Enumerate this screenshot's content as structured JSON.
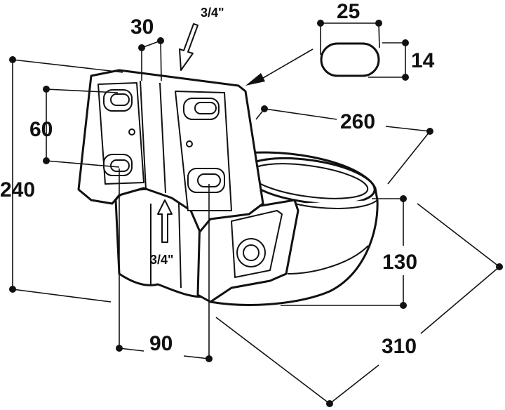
{
  "dimensions": {
    "width_top": "25",
    "height_slot": "14",
    "depth_30": "30",
    "thread_top": "3/4\"",
    "bolt_spacing": "60",
    "height_total": "240",
    "diameter_260": "260",
    "height_bowl": "130",
    "width_90": "90",
    "width_310": "310",
    "thread_bottom": "3/4\""
  },
  "colors": {
    "line": "#111111",
    "background": "#ffffff"
  }
}
